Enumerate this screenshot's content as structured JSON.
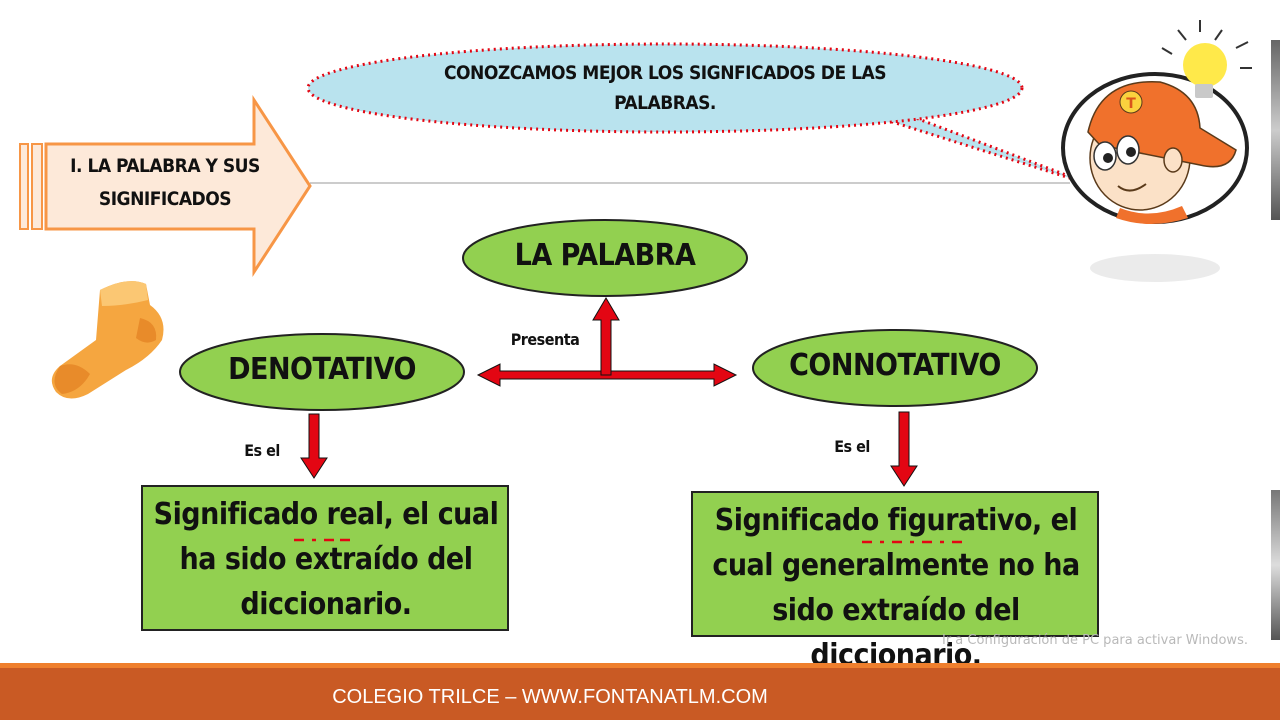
{
  "speech_bubble": {
    "text": "CONOZCAMOS MEJOR LOS SIGNFICADOS DE LAS PALABRAS."
  },
  "section_title": {
    "text": "I. LA PALABRA Y SUS SIGNIFICADOS"
  },
  "diagram": {
    "root": "LA PALABRA",
    "connector_label": "Presenta",
    "left_node": "DENOTATIVO",
    "right_node": "CONNOTATIVO",
    "left_link_label": "Es el",
    "right_link_label": "Es el",
    "left_definition": "Significado real, el cual ha sido extraído del diccionario.",
    "right_definition": "Significado figurativo, el cual generalmente no ha sido extraído del diccionario."
  },
  "watermark": {
    "text": "Ir a Configuración de PC para activar Windows."
  },
  "footer": {
    "text": "COLEGIO TRILCE – WWW.FONTANATLM.COM"
  },
  "colors": {
    "node_fill": "#92d050",
    "bubble_fill": "#b9e3ee",
    "arrow_red": "#e30613",
    "footer_bar": "#c95a24",
    "orange_arrow": "#f79646"
  },
  "icons": [
    "sock-icon",
    "cartoon-boy-icon",
    "light-bulb-icon"
  ]
}
